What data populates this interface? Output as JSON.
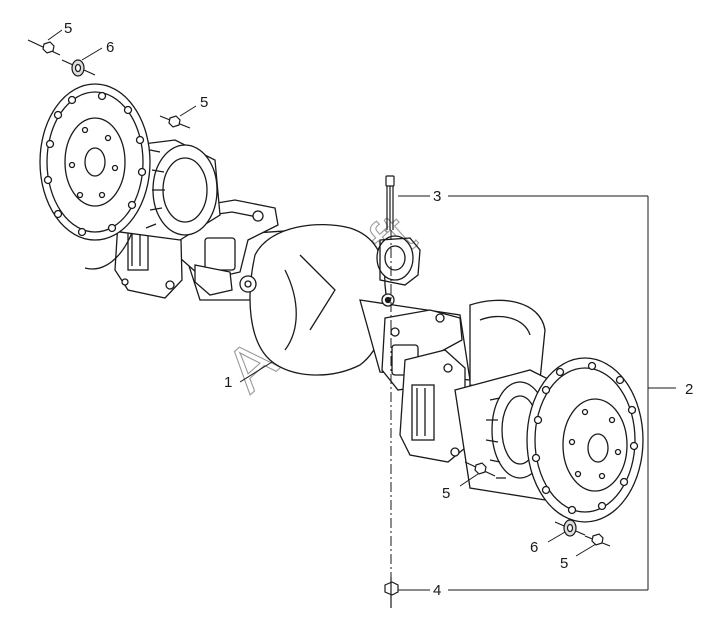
{
  "callouts": {
    "c1": "1",
    "c2": "2",
    "c3": "3",
    "c4": "4",
    "c5a": "5",
    "c5b": "5",
    "c5c": "5",
    "c5d": "5",
    "c6a": "6",
    "c6b": "6"
  },
  "watermark": "Autosoft",
  "colors": {
    "line": "#1a1a1a",
    "fill": "#ffffff",
    "shade": "#dcdcdc",
    "watermark": "#9a9a9a"
  }
}
